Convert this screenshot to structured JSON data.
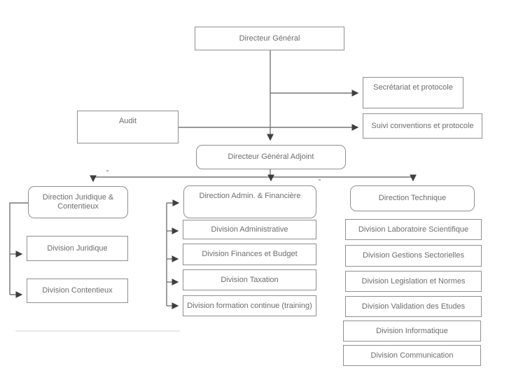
{
  "diagram": {
    "title_hint": "organization chart",
    "line_color": "#767676",
    "arrow_color": "#3f3f3f",
    "box_border_color": "#8f8f8f",
    "text_color": "#6d6d6d",
    "nodes": {
      "directeur_general": "Directeur Général",
      "secretariat": "Secrétariat et protocole",
      "suivi_conventions": "Suivi conventions et protocole",
      "audit": "Audit",
      "directeur_general_adjoint": "Directeur Général Adjoint",
      "direction_juridique": "Direction Juridique & Contentieux",
      "direction_admin": "Direction Admin. & Financière",
      "direction_technique": "Direction Technique",
      "division_juridique": "Division Juridique",
      "division_contentieux": "Division Contentieux",
      "division_administrative": "Division Administrative",
      "division_finances": "Division Finances et Budget",
      "division_taxation": "Division Taxation",
      "division_formation": "Division formation continue (training)",
      "division_laboratoire": "Division Laboratoire Scientifique",
      "division_gestions": "Division Gestions Sectorielles",
      "division_legislation": "Division Legislation et Normes",
      "division_validation": "Division Validation des Etudes",
      "division_informatique": "Division Informatique",
      "division_communication": "Division Communication"
    }
  }
}
